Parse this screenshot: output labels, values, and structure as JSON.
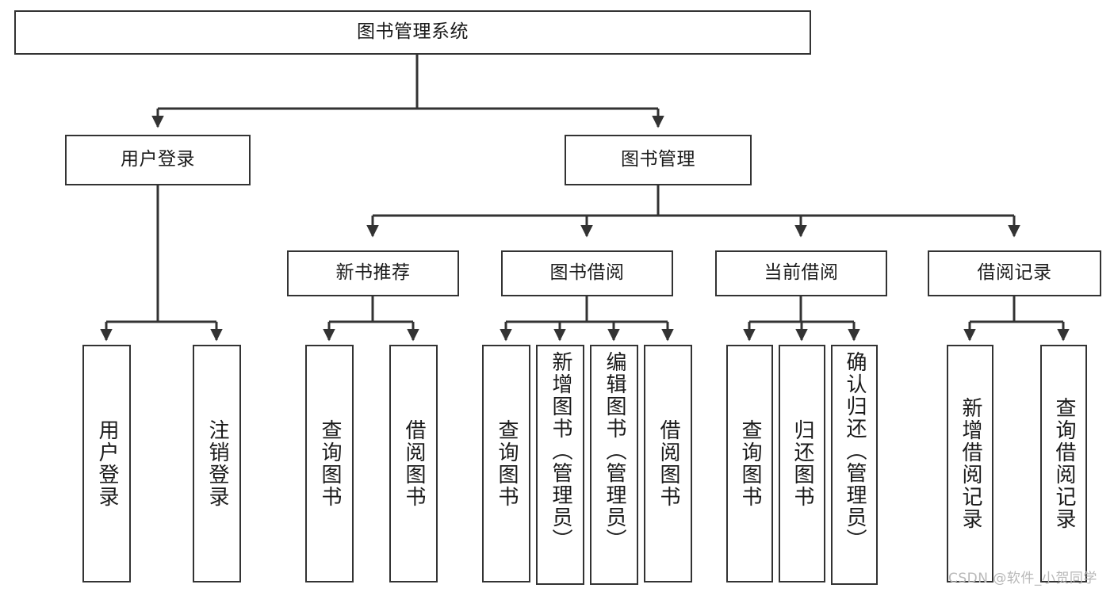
{
  "diagram": {
    "type": "tree-hierarchy-chart",
    "title": "图书管理系统",
    "watermark": "CSDN @软件_小贺同学",
    "colors": {
      "stroke": "#333333",
      "fill": "#ffffff",
      "text": "#1a1a1a",
      "watermark": "#b8b8b8"
    },
    "nodes": {
      "root": {
        "label": "图书管理系统"
      },
      "level2": [
        {
          "id": "user-login",
          "label": "用户登录"
        },
        {
          "id": "book-management",
          "label": "图书管理"
        }
      ],
      "level3": [
        {
          "id": "new-book-recommend",
          "label": "新书推荐"
        },
        {
          "id": "book-borrow",
          "label": "图书借阅"
        },
        {
          "id": "current-borrow",
          "label": "当前借阅"
        },
        {
          "id": "borrow-record",
          "label": "借阅记录"
        }
      ],
      "leaves": {
        "user_login": [
          {
            "id": "leaf-user-login",
            "label": "用户登录"
          },
          {
            "id": "leaf-logout-login",
            "label": "注销登录"
          }
        ],
        "new_book_recommend": [
          {
            "id": "leaf-query-book-1",
            "label": "查询图书"
          },
          {
            "id": "leaf-borrow-book-1",
            "label": "借阅图书"
          }
        ],
        "book_borrow": [
          {
            "id": "leaf-query-book-2",
            "label": "查询图书"
          },
          {
            "id": "leaf-add-book",
            "label": "新增图书（管理员）"
          },
          {
            "id": "leaf-edit-book",
            "label": "编辑图书（管理员）"
          },
          {
            "id": "leaf-borrow-book-2",
            "label": "借阅图书"
          }
        ],
        "current_borrow": [
          {
            "id": "leaf-query-book-3",
            "label": "查询图书"
          },
          {
            "id": "leaf-return-book",
            "label": "归还图书"
          },
          {
            "id": "leaf-confirm-return",
            "label": "确认归还（管理员）"
          }
        ],
        "borrow_record": [
          {
            "id": "leaf-add-borrow-record",
            "label": "新增借阅记录"
          },
          {
            "id": "leaf-query-borrow-record",
            "label": "查询借阅记录"
          }
        ]
      }
    }
  }
}
